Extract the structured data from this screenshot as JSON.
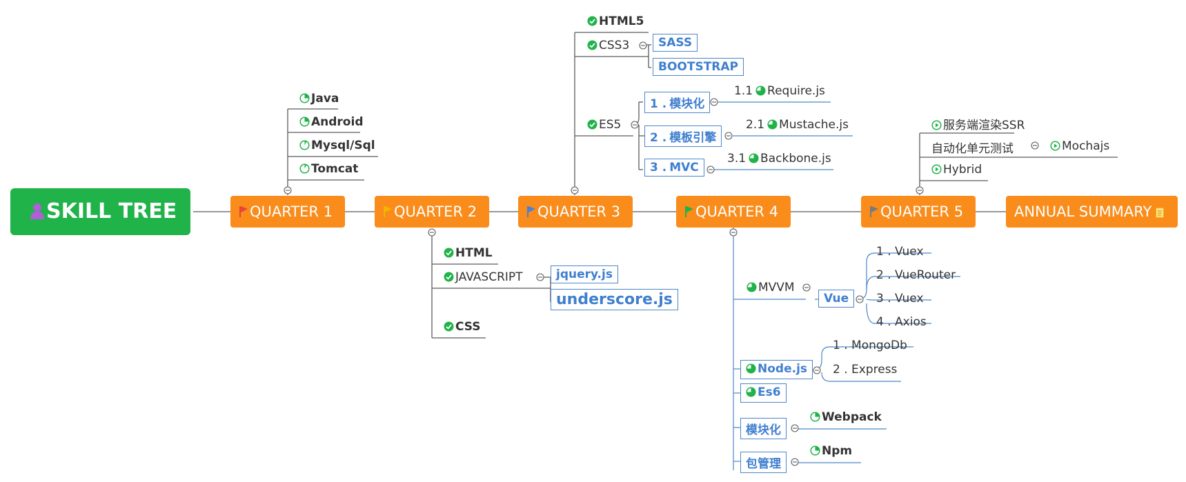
{
  "root": {
    "label": "SKILL TREE",
    "icon": "person-icon",
    "color": "#1fb349"
  },
  "colors": {
    "topic": "#f98c1a",
    "line": "#5b5b5b",
    "blue": "#3f7fcf",
    "check": "#1fb349"
  },
  "quarters": [
    {
      "label": "QUARTER 1",
      "flag": "#e8443a"
    },
    {
      "label": "QUARTER 2",
      "flag": "#f5b400"
    },
    {
      "label": "QUARTER 3",
      "flag": "#4a7fd9"
    },
    {
      "label": "QUARTER 4",
      "flag": "#1fb349"
    },
    {
      "label": "QUARTER 5",
      "flag": "#7a7a7a"
    }
  ],
  "summary": {
    "label": "ANNUAL SUMMARY",
    "icon": "note-icon"
  },
  "q1": {
    "items": [
      "Java",
      "Android",
      "Mysql/Sql",
      "Tomcat"
    ]
  },
  "q2": {
    "html": "HTML",
    "js": "JAVASCRIPT",
    "css": "CSS",
    "js_children": [
      "jquery.js",
      "underscore.js"
    ]
  },
  "q3": {
    "html5": "HTML5",
    "css3": "CSS3",
    "es5": "ES5",
    "css3_children": [
      "SASS",
      "BOOTSTRAP"
    ],
    "es5_children": [
      {
        "num": "1 .",
        "label": "模块化",
        "sub_num": "1.1",
        "sub": "Require.js"
      },
      {
        "num": "2 .",
        "label": "模板引擎",
        "sub_num": "2.1",
        "sub": "Mustache.js"
      },
      {
        "num": "3 .",
        "label": "MVC",
        "sub_num": "3.1",
        "sub": "Backbone.js"
      }
    ]
  },
  "q4": {
    "mvvm": "MVVM",
    "vue": {
      "label": "Vue",
      "items": [
        "1 . Vuex",
        "2 . VueRouter",
        "3 . Vuex",
        "4 . Axios"
      ]
    },
    "node": {
      "label": "Node.js",
      "items": [
        "1 . MongoDb",
        "2 . Express"
      ]
    },
    "es6": "Es6",
    "module": {
      "label": "模块化",
      "child": "Webpack"
    },
    "pkg": {
      "label": "包管理",
      "child": "Npm"
    }
  },
  "q5": {
    "ssr": "服务端渲染SSR",
    "unit": "自动化单元测试",
    "unit_child": "Mochajs",
    "hybrid": "Hybrid"
  }
}
